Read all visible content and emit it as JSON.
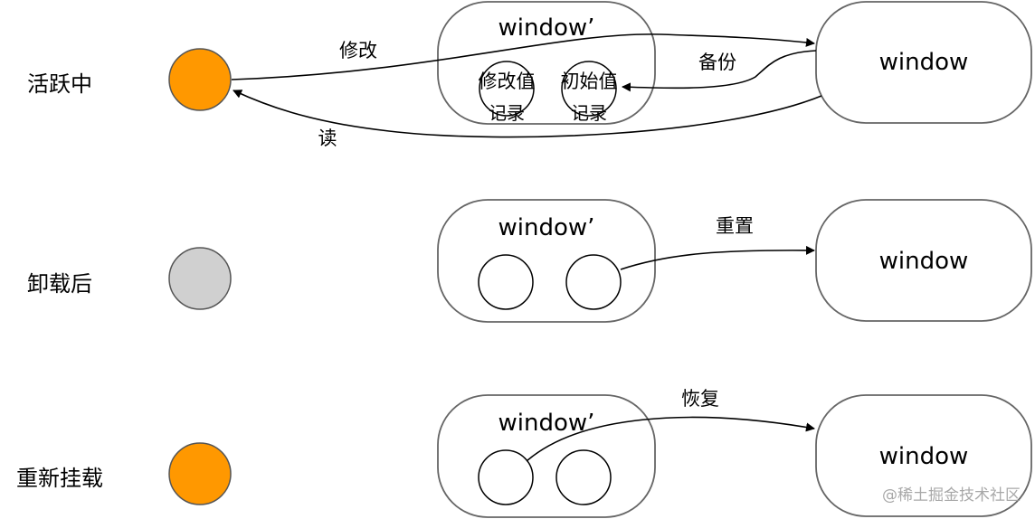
{
  "states": [
    {
      "label": "活跃中",
      "circle_color": "#ff9800"
    },
    {
      "label": "卸载后",
      "circle_color": "#d0d0d0"
    },
    {
      "label": "重新挂载",
      "circle_color": "#ff9800"
    }
  ],
  "proxy_window_label": "window’",
  "real_window_label": "window",
  "active": {
    "modified_record_label": [
      "修改值",
      "记录"
    ],
    "initial_record_label": [
      "初始值",
      "记录"
    ],
    "edge_modify": "修改",
    "edge_read": "读",
    "edge_backup": "备份"
  },
  "unmount": {
    "edge_reset": "重置"
  },
  "remount": {
    "edge_restore": "恢复"
  },
  "watermark": "@稀土掘金技术社区"
}
